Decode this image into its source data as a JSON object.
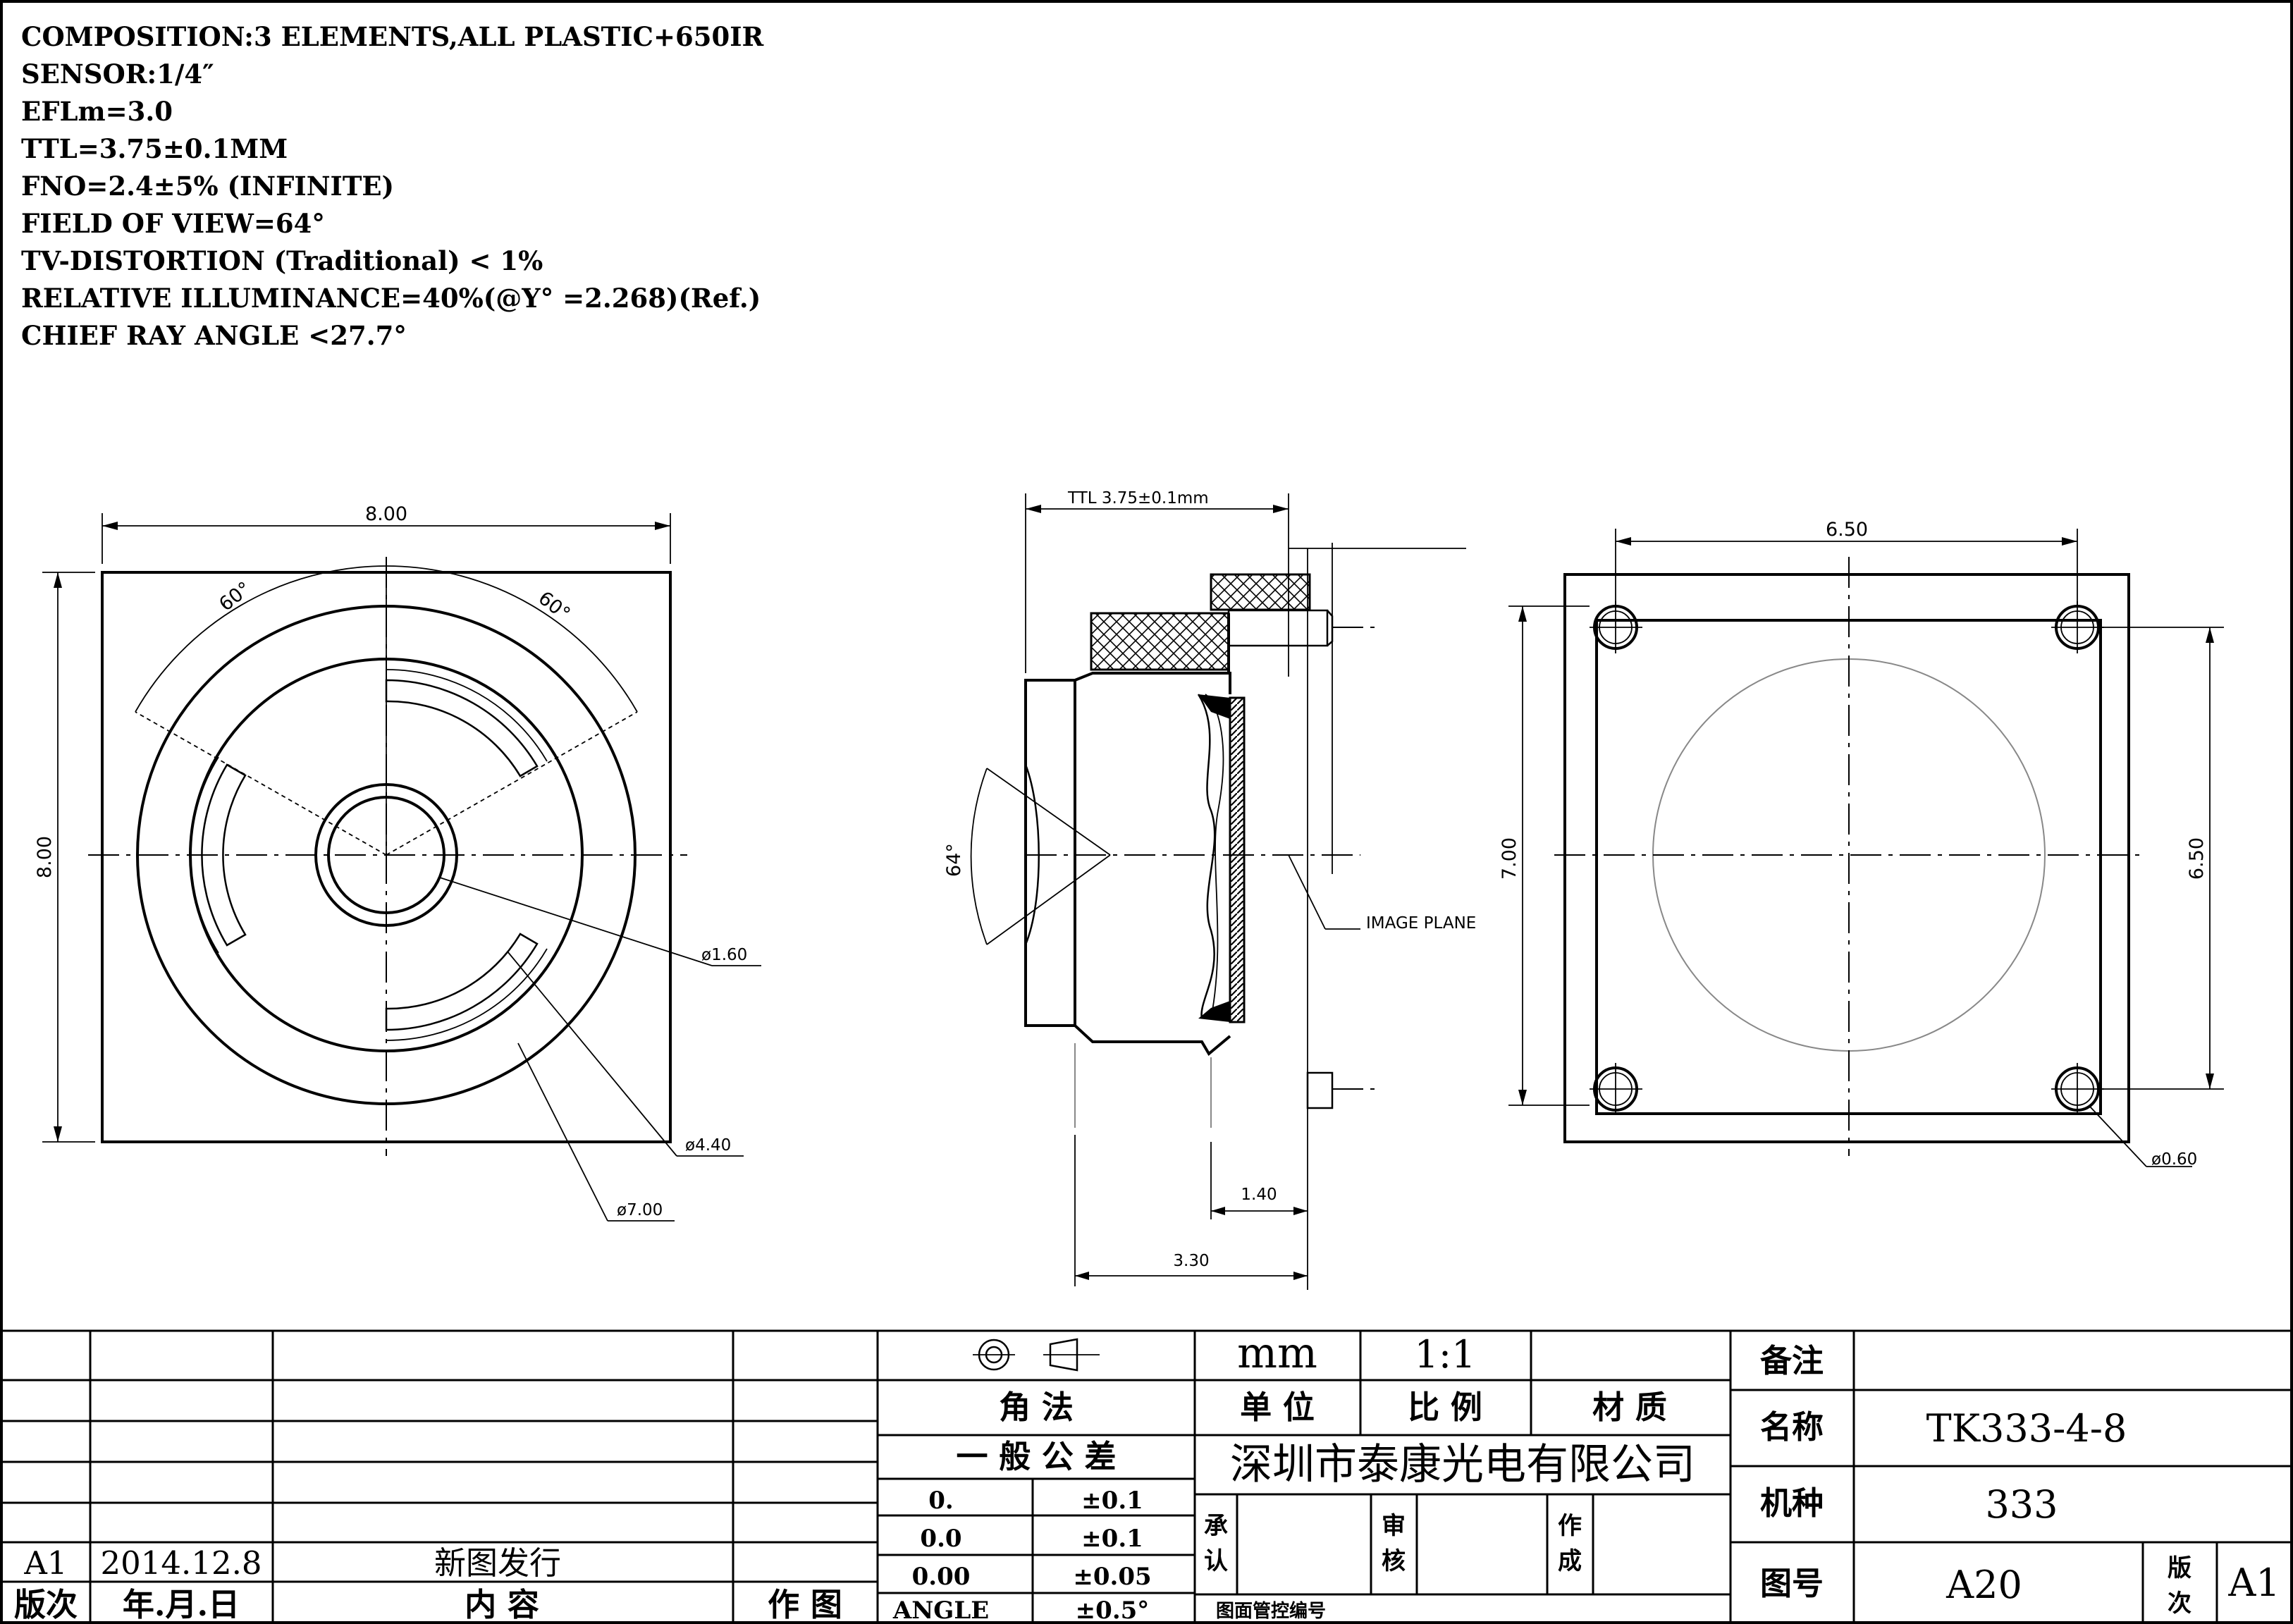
{
  "specs": [
    "COMPOSITION:3 ELEMENTS,ALL PLASTIC+650IR",
    "SENSOR:1/4″",
    "EFLm=3.0",
    "TTL=3.75±0.1MM",
    "FNO=2.4±5% (INFINITE)",
    "FIELD OF VIEW=64°",
    "TV-DISTORTION (Traditional) < 1%",
    "RELATIVE ILLUMINANCE=40%(@Y° =2.268)(Ref.)",
    "CHIEF RAY ANGLE <27.7°"
  ],
  "front_view": {
    "width": "8.00",
    "height": "8.00",
    "angle_left": "60°",
    "angle_right": "60°",
    "dia_small": "ø1.60",
    "dia_mid": "ø4.40",
    "dia_large": "ø7.00"
  },
  "side_view": {
    "ttl": "TTL 3.75±0.1mm",
    "fov": "64°",
    "image_plane": "IMAGE PLANE",
    "dim_short": "1.40",
    "dim_long": "3.30"
  },
  "back_view": {
    "hole_spacing_x": "6.50",
    "hole_spacing_y": "6.50",
    "height": "7.00",
    "hole_dia": "ø0.60"
  },
  "title_block": {
    "unit": "mm",
    "scale": "1:1",
    "projection": "角  法",
    "unit_label": "单  位",
    "scale_label": "比  例",
    "material_label": "材  质",
    "tolerance_label": "一  般  公  差",
    "company": "深圳市泰康光电有限公司",
    "tolerances": [
      {
        "precision": "0.",
        "value": "±0.1"
      },
      {
        "precision": "0.0",
        "value": "±0.1"
      },
      {
        "precision": "0.00",
        "value": "±0.05"
      },
      {
        "precision": "ANGLE",
        "value": "±0.5°"
      }
    ],
    "approve_a": "承",
    "approve_b": "认",
    "review_a": "审",
    "review_b": "核",
    "author_a": "作",
    "author_b": "成",
    "drawing_ctrl": "图面管控编号",
    "remark_label": "备注",
    "name_label": "名称",
    "name_value": "TK333-4-8",
    "model_label": "机种",
    "model_value": "333",
    "drawing_no_label": "图号",
    "drawing_no_value": "A20",
    "version_label_a": "版",
    "version_label_b": "次",
    "version_value": "A1",
    "revision": {
      "version": "A1",
      "date": "2014.12.8",
      "content": "新图发行"
    },
    "headers": {
      "version": "版次",
      "date": "年.月.日",
      "content": "内        容",
      "author": "作  图"
    }
  }
}
